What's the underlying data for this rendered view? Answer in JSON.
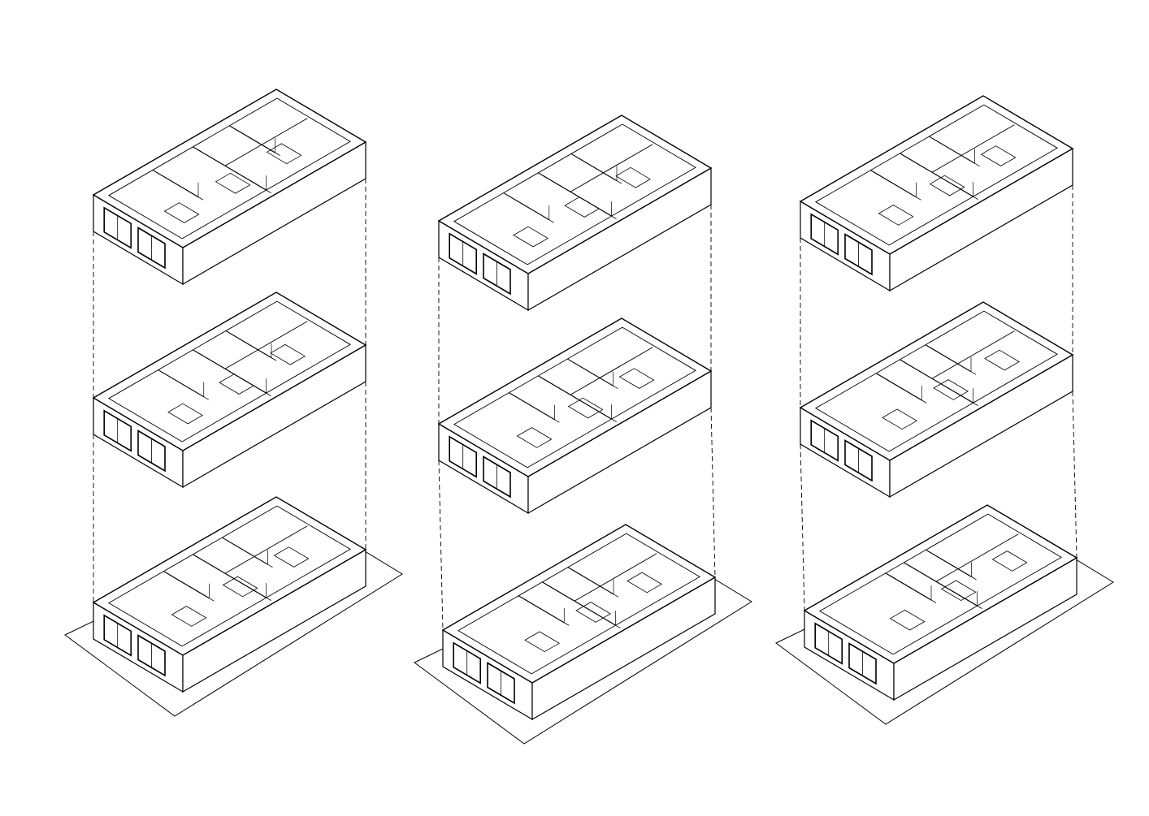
{
  "drawing": {
    "stroke_color": "#000000",
    "background_color": "#ffffff",
    "view_type": "exploded axonometric floor plans",
    "schemes": [
      {
        "floors": [
          "upper-floor",
          "middle-floor",
          "ground-floor"
        ]
      },
      {
        "floors": [
          "upper-floor",
          "middle-floor",
          "ground-floor"
        ]
      },
      {
        "floors": [
          "upper-floor",
          "middle-floor",
          "ground-floor"
        ]
      }
    ]
  }
}
